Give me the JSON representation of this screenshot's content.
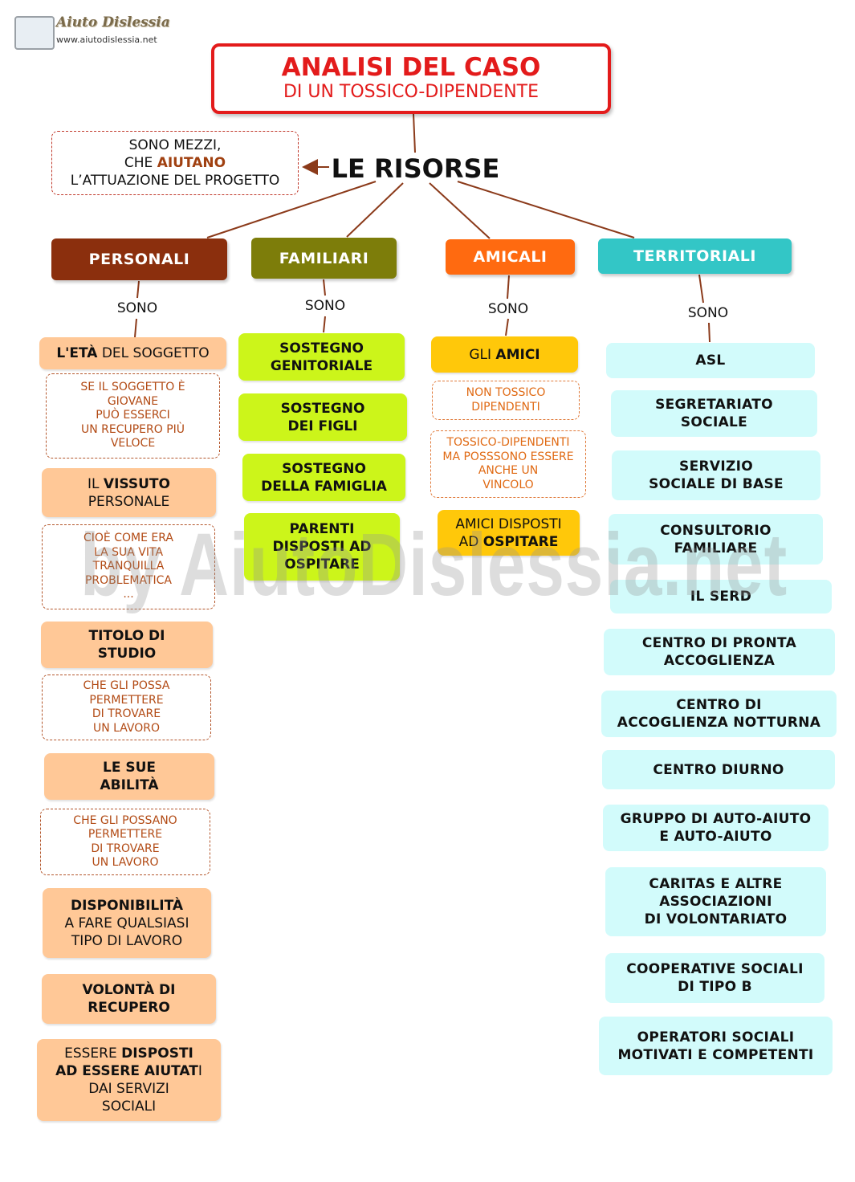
{
  "logo": {
    "brand": "Aiuto Dislessia",
    "site": "www.aiutodislessia.net"
  },
  "title": {
    "line1": "ANALISI DEL CASO",
    "line2": "DI UN TOSSICO-DIPENDENTE"
  },
  "root": {
    "label": "LE RISORSE"
  },
  "note": {
    "line1": "SONO MEZZI,",
    "line2_pre": "CHE ",
    "line2_hl": "AIUTANO",
    "line3": "L’ATTUAZIONE DEL PROGETTO"
  },
  "connector": "SONO",
  "categories": {
    "personali": "PERSONALI",
    "familiari": "FAMILIARI",
    "amicali": "AMICALI",
    "territoriali": "TERRITORIALI"
  },
  "personali": {
    "eta_bold": "L'ETÀ",
    "eta_rest": " DEL SOGGETTO",
    "eta_note": [
      "SE IL SOGGETTO È",
      "GIOVANE",
      "PUÒ ESSERCI",
      "UN RECUPERO PIÙ",
      "VELOCE"
    ],
    "vissuto_pre": "IL ",
    "vissuto_bold": "VISSUTO",
    "vissuto_line2": "PERSONALE",
    "vissuto_note": [
      "CIOÈ COME ERA",
      "LA SUA VITA",
      "TRANQUILLA",
      "PROBLEMATICA",
      "..."
    ],
    "titolo": [
      "TITOLO DI",
      "STUDIO"
    ],
    "titolo_note": [
      "CHE GLI POSSA",
      "PERMETTERE",
      "DI TROVARE",
      "UN LAVORO"
    ],
    "abilita": [
      "LE SUE",
      "ABILITÀ"
    ],
    "abilita_note": [
      "CHE GLI POSSANO",
      "PERMETTERE",
      "DI TROVARE",
      "UN LAVORO"
    ],
    "disp_bold": "DISPONIBILITÀ",
    "disp_line2": "A FARE QUALSIASI",
    "disp_line3": "TIPO DI LAVORO",
    "volonta": [
      "VOLONTÀ DI",
      "RECUPERO"
    ],
    "aiutati_pre": "ESSERE ",
    "aiutati_bold1": "DISPOSTI",
    "aiutati_bold2": "AD ESSERE AIUTAT",
    "aiutati_i": "I",
    "aiutati_line3": "DAI SERVIZI",
    "aiutati_line4": "SOCIALI"
  },
  "familiari": [
    [
      "SOSTEGNO",
      "GENITORIALE"
    ],
    [
      "SOSTEGNO",
      "DEI FIGLI"
    ],
    [
      "SOSTEGNO",
      "DELLA FAMIGLIA"
    ],
    [
      "PARENTI",
      "DISPOSTI AD",
      "OSPITARE"
    ]
  ],
  "amicali": {
    "amici_pre": "GLI ",
    "amici_bold": "AMICI",
    "note1": [
      "NON TOSSICO",
      "DIPENDENTI"
    ],
    "note2": [
      "TOSSICO-DIPENDENTI",
      "MA POSSSONO ESSERE",
      "ANCHE UN",
      "VINCOLO"
    ],
    "ospitare_line1": "AMICI DISPOSTI",
    "ospitare_pre": "AD ",
    "ospitare_bold": "OSPITARE"
  },
  "territoriali": [
    [
      "ASL"
    ],
    [
      "SEGRETARIATO",
      "SOCIALE"
    ],
    [
      "SERVIZIO",
      "SOCIALE DI BASE"
    ],
    [
      "CONSULTORIO",
      "FAMILIARE"
    ],
    [
      "IL SERD"
    ],
    [
      "CENTRO DI PRONTA",
      "ACCOGLIENZA"
    ],
    [
      "CENTRO DI",
      "ACCOGLIENZA NOTTURNA"
    ],
    [
      "CENTRO DIURNO"
    ],
    [
      "GRUPPO DI AUTO-AIUTO",
      "E AUTO-AIUTO"
    ],
    [
      "CARITAS E ALTRE",
      "ASSOCIAZIONI",
      "DI VOLONTARIATO"
    ],
    [
      "COOPERATIVE SOCIALI",
      "DI TIPO B"
    ],
    [
      "OPERATORI SOCIALI",
      "MOTIVATI E COMPETENTI"
    ]
  ],
  "watermark": "by AiutoDislessia.net",
  "colors": {
    "title": "#e31b1b",
    "personali": "#8b2f0d",
    "familiari": "#7d7d0a",
    "amicali": "#ff6a10",
    "territoriali": "#33c6c6",
    "personali_box": "#ffc897",
    "familiari_box": "#ccf51a",
    "amicali_box": "#ffc80a",
    "territoriali_box": "#d2fbfb",
    "connector_line": "#8b3a1a"
  }
}
